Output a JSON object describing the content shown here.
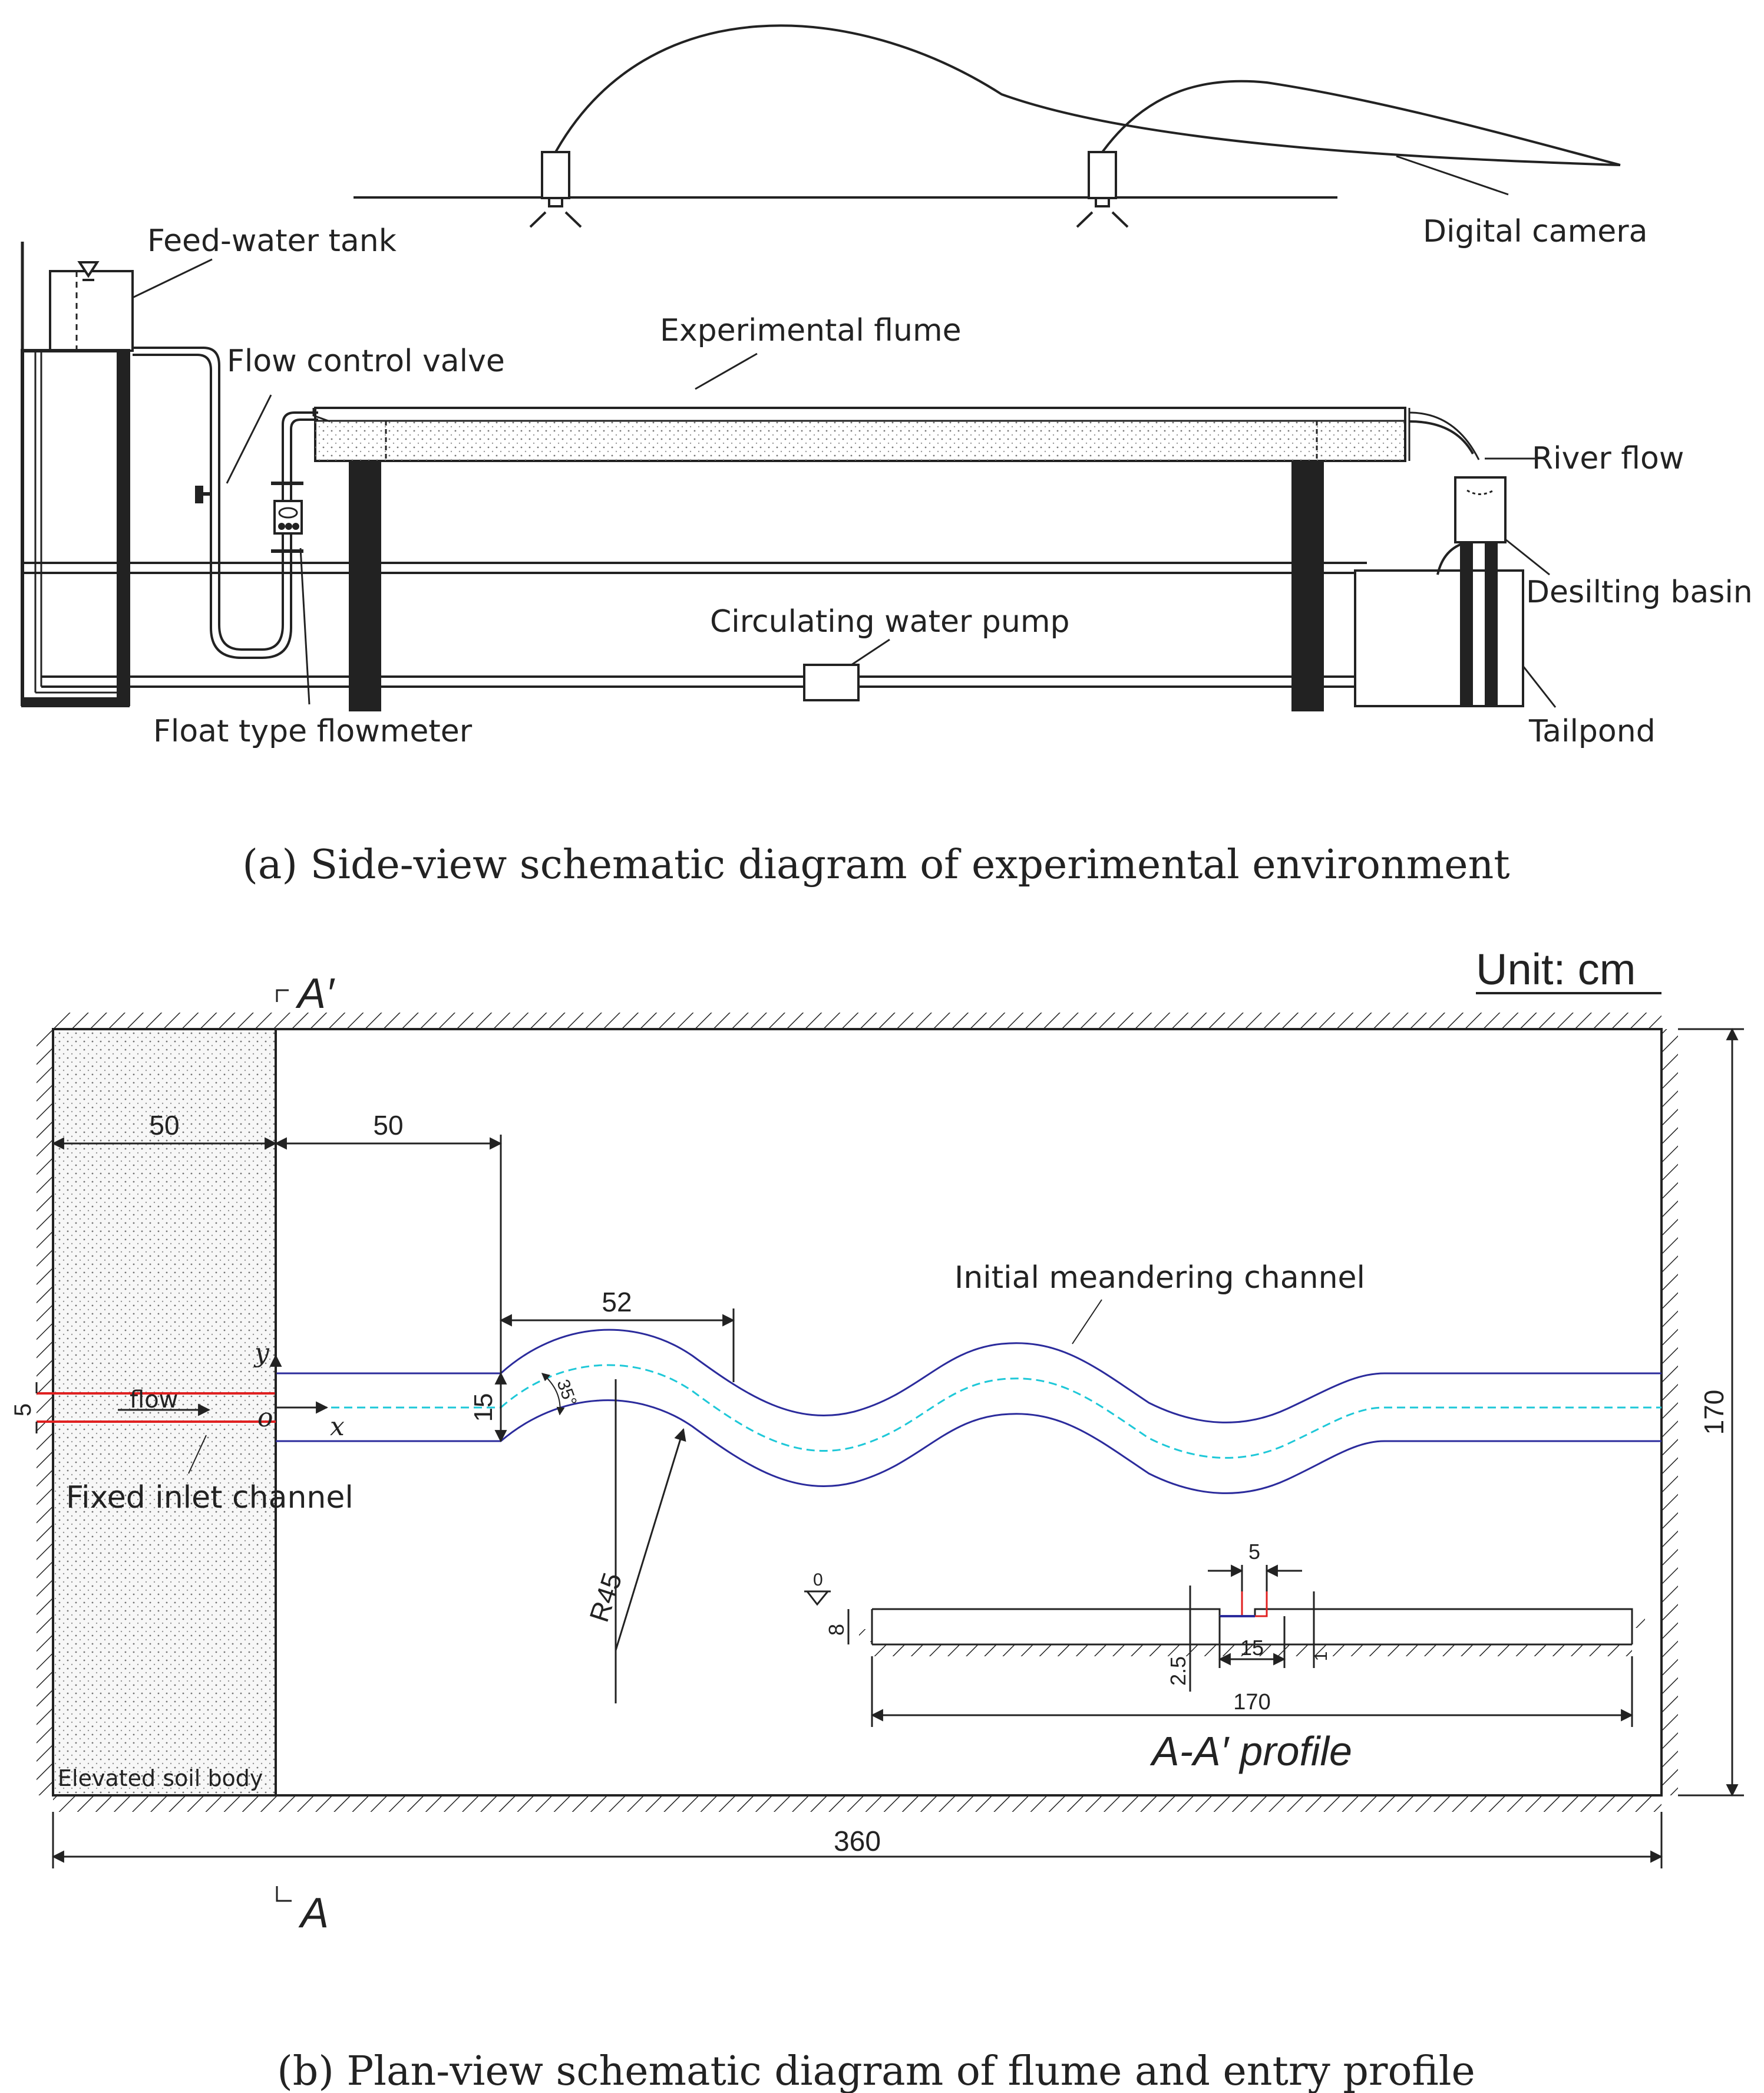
{
  "side_view": {
    "labels": {
      "feed_water_tank": "Feed-water tank",
      "flow_control_valve": "Flow control valve",
      "experimental_flume": "Experimental flume",
      "digital_camera": "Digital camera",
      "river_flow": "River flow",
      "desilting_basin": "Desilting basin",
      "circulating_water_pump": "Circulating water pump",
      "float_type_flowmeter": "Float type flowmeter",
      "tailpond": "Tailpond"
    },
    "caption": "(a) Side-view schematic diagram of experimental environment"
  },
  "plan_view": {
    "unit": "Unit: cm",
    "section_top": "A′",
    "section_bottom": "A",
    "labels": {
      "flow": "flow",
      "fixed_inlet_channel": "Fixed inlet channel",
      "elevated_soil_body": "Elevated soil body",
      "initial_meandering_channel": "Initial meandering channel",
      "axis_x": "x",
      "axis_y": "y",
      "origin": "o"
    },
    "dimensions": {
      "soil_width": "50",
      "straight_length": "50",
      "wavelength_half": "52",
      "channel_width": "15",
      "angle": "35°",
      "radius": "R45",
      "inlet_width": "5",
      "flume_width": "170",
      "flume_length": "360"
    },
    "profile": {
      "title": "A-A′ profile",
      "water_level": "0",
      "depth": "8",
      "top_width": "5",
      "bottom_width": "15",
      "step": "2.5",
      "small": "1",
      "total": "170"
    },
    "caption": "(b) Plan-view schematic diagram of flume and entry profile"
  },
  "colors": {
    "line": "#222222",
    "channel": "#2b2b9c",
    "centerline": "#1ec8d8",
    "inlet": "#e02020"
  }
}
